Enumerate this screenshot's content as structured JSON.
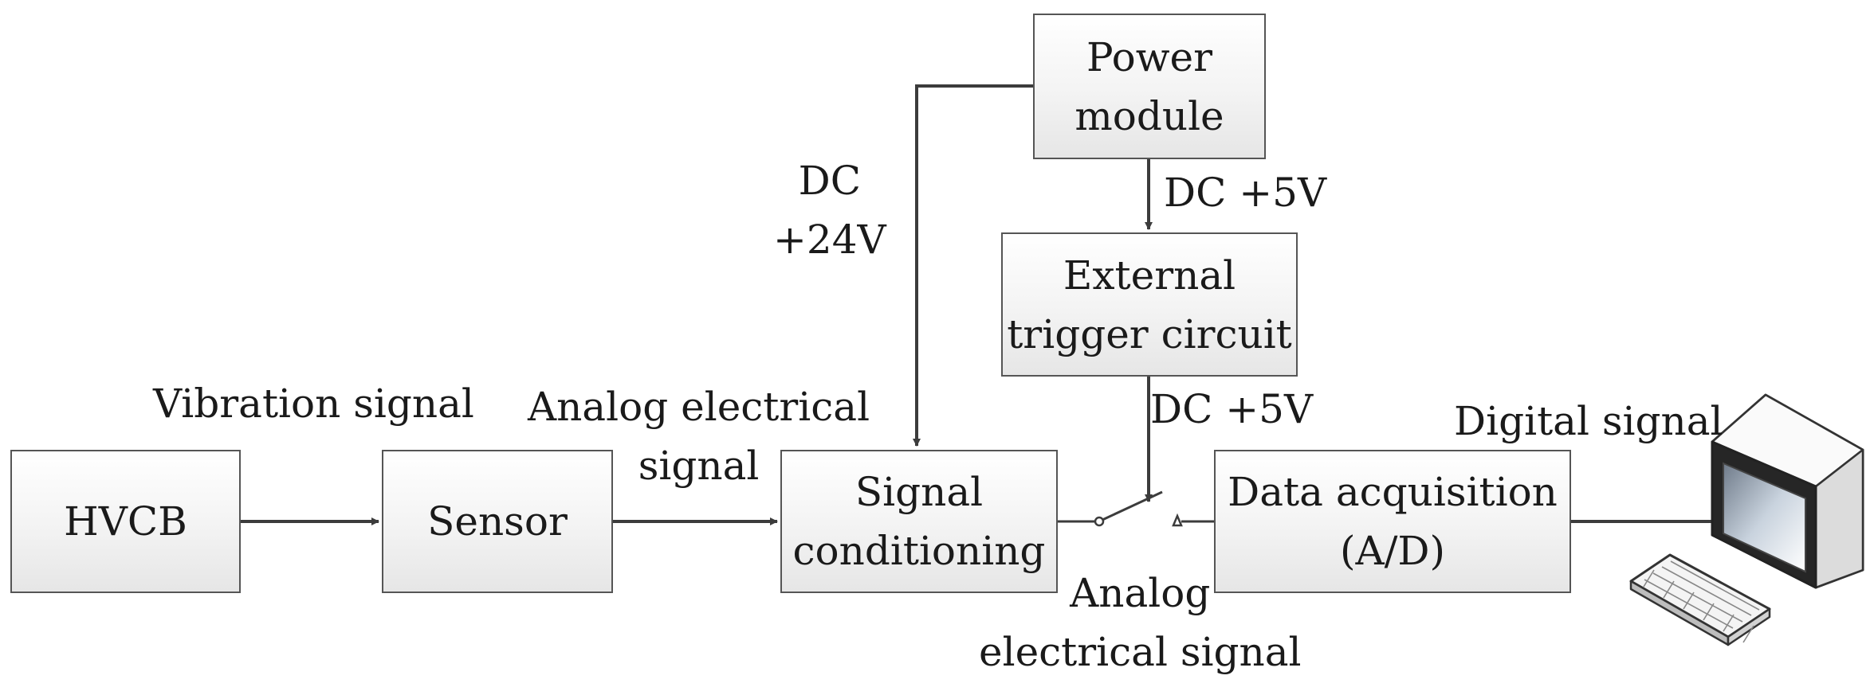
{
  "blocks": {
    "hvcb": {
      "lines": [
        "HVCB"
      ]
    },
    "sensor": {
      "lines": [
        "Sensor"
      ]
    },
    "signal_conditioning": {
      "lines": [
        "Signal",
        "conditioning"
      ]
    },
    "power_module": {
      "lines": [
        "Power",
        "module"
      ]
    },
    "external_trigger": {
      "lines": [
        "External",
        "trigger circuit"
      ]
    },
    "data_acquisition": {
      "lines": [
        "Data acquisition",
        "(A/D)"
      ]
    }
  },
  "labels": {
    "vibration_signal": [
      "Vibration signal"
    ],
    "analog_electrical_signal_1": [
      "Analog electrical",
      "signal"
    ],
    "dc_24v": [
      "DC",
      "+24V"
    ],
    "dc_5v_top": [
      "DC +5V"
    ],
    "dc_5v_bottom": [
      "DC +5V"
    ],
    "digital_signal": [
      "Digital signal"
    ],
    "analog_electrical_signal_2": [
      "Analog",
      "electrical signal"
    ]
  },
  "icons": {
    "computer": "computer-icon",
    "keyboard": "keyboard-icon",
    "switch": "switch-icon"
  },
  "colors": {
    "line": "#3c3c3c",
    "box_border": "#555555",
    "box_fill": "#f3f3f3"
  }
}
